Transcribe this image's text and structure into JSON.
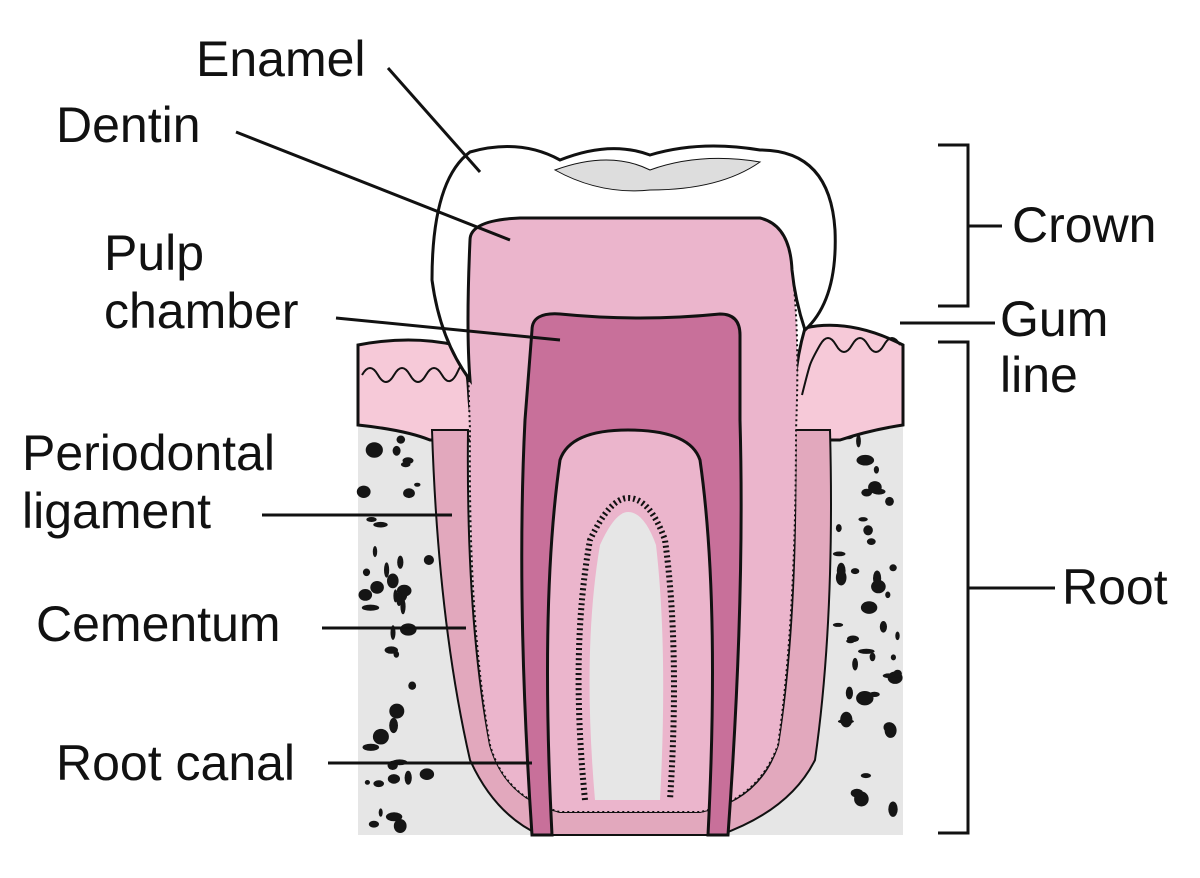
{
  "labels": {
    "enamel": "Enamel",
    "dentin": "Dentin",
    "pulp_chamber_1": "Pulp",
    "pulp_chamber_2": "chamber",
    "periodontal_ligament_1": "Periodontal",
    "periodontal_ligament_2": "ligament",
    "cementum": "Cementum",
    "root_canal": "Root canal",
    "crown": "Crown",
    "gum_line_1": "Gum",
    "gum_line_2": "line",
    "root": "Root"
  },
  "colors": {
    "bone": "#e6e6e6",
    "gum": "#f6c9d8",
    "ligament": "#e2a8bd",
    "dentin": "#ebb5cc",
    "pulp": "#c8709a",
    "enamel": "#ffffff",
    "outline": "#111111"
  }
}
